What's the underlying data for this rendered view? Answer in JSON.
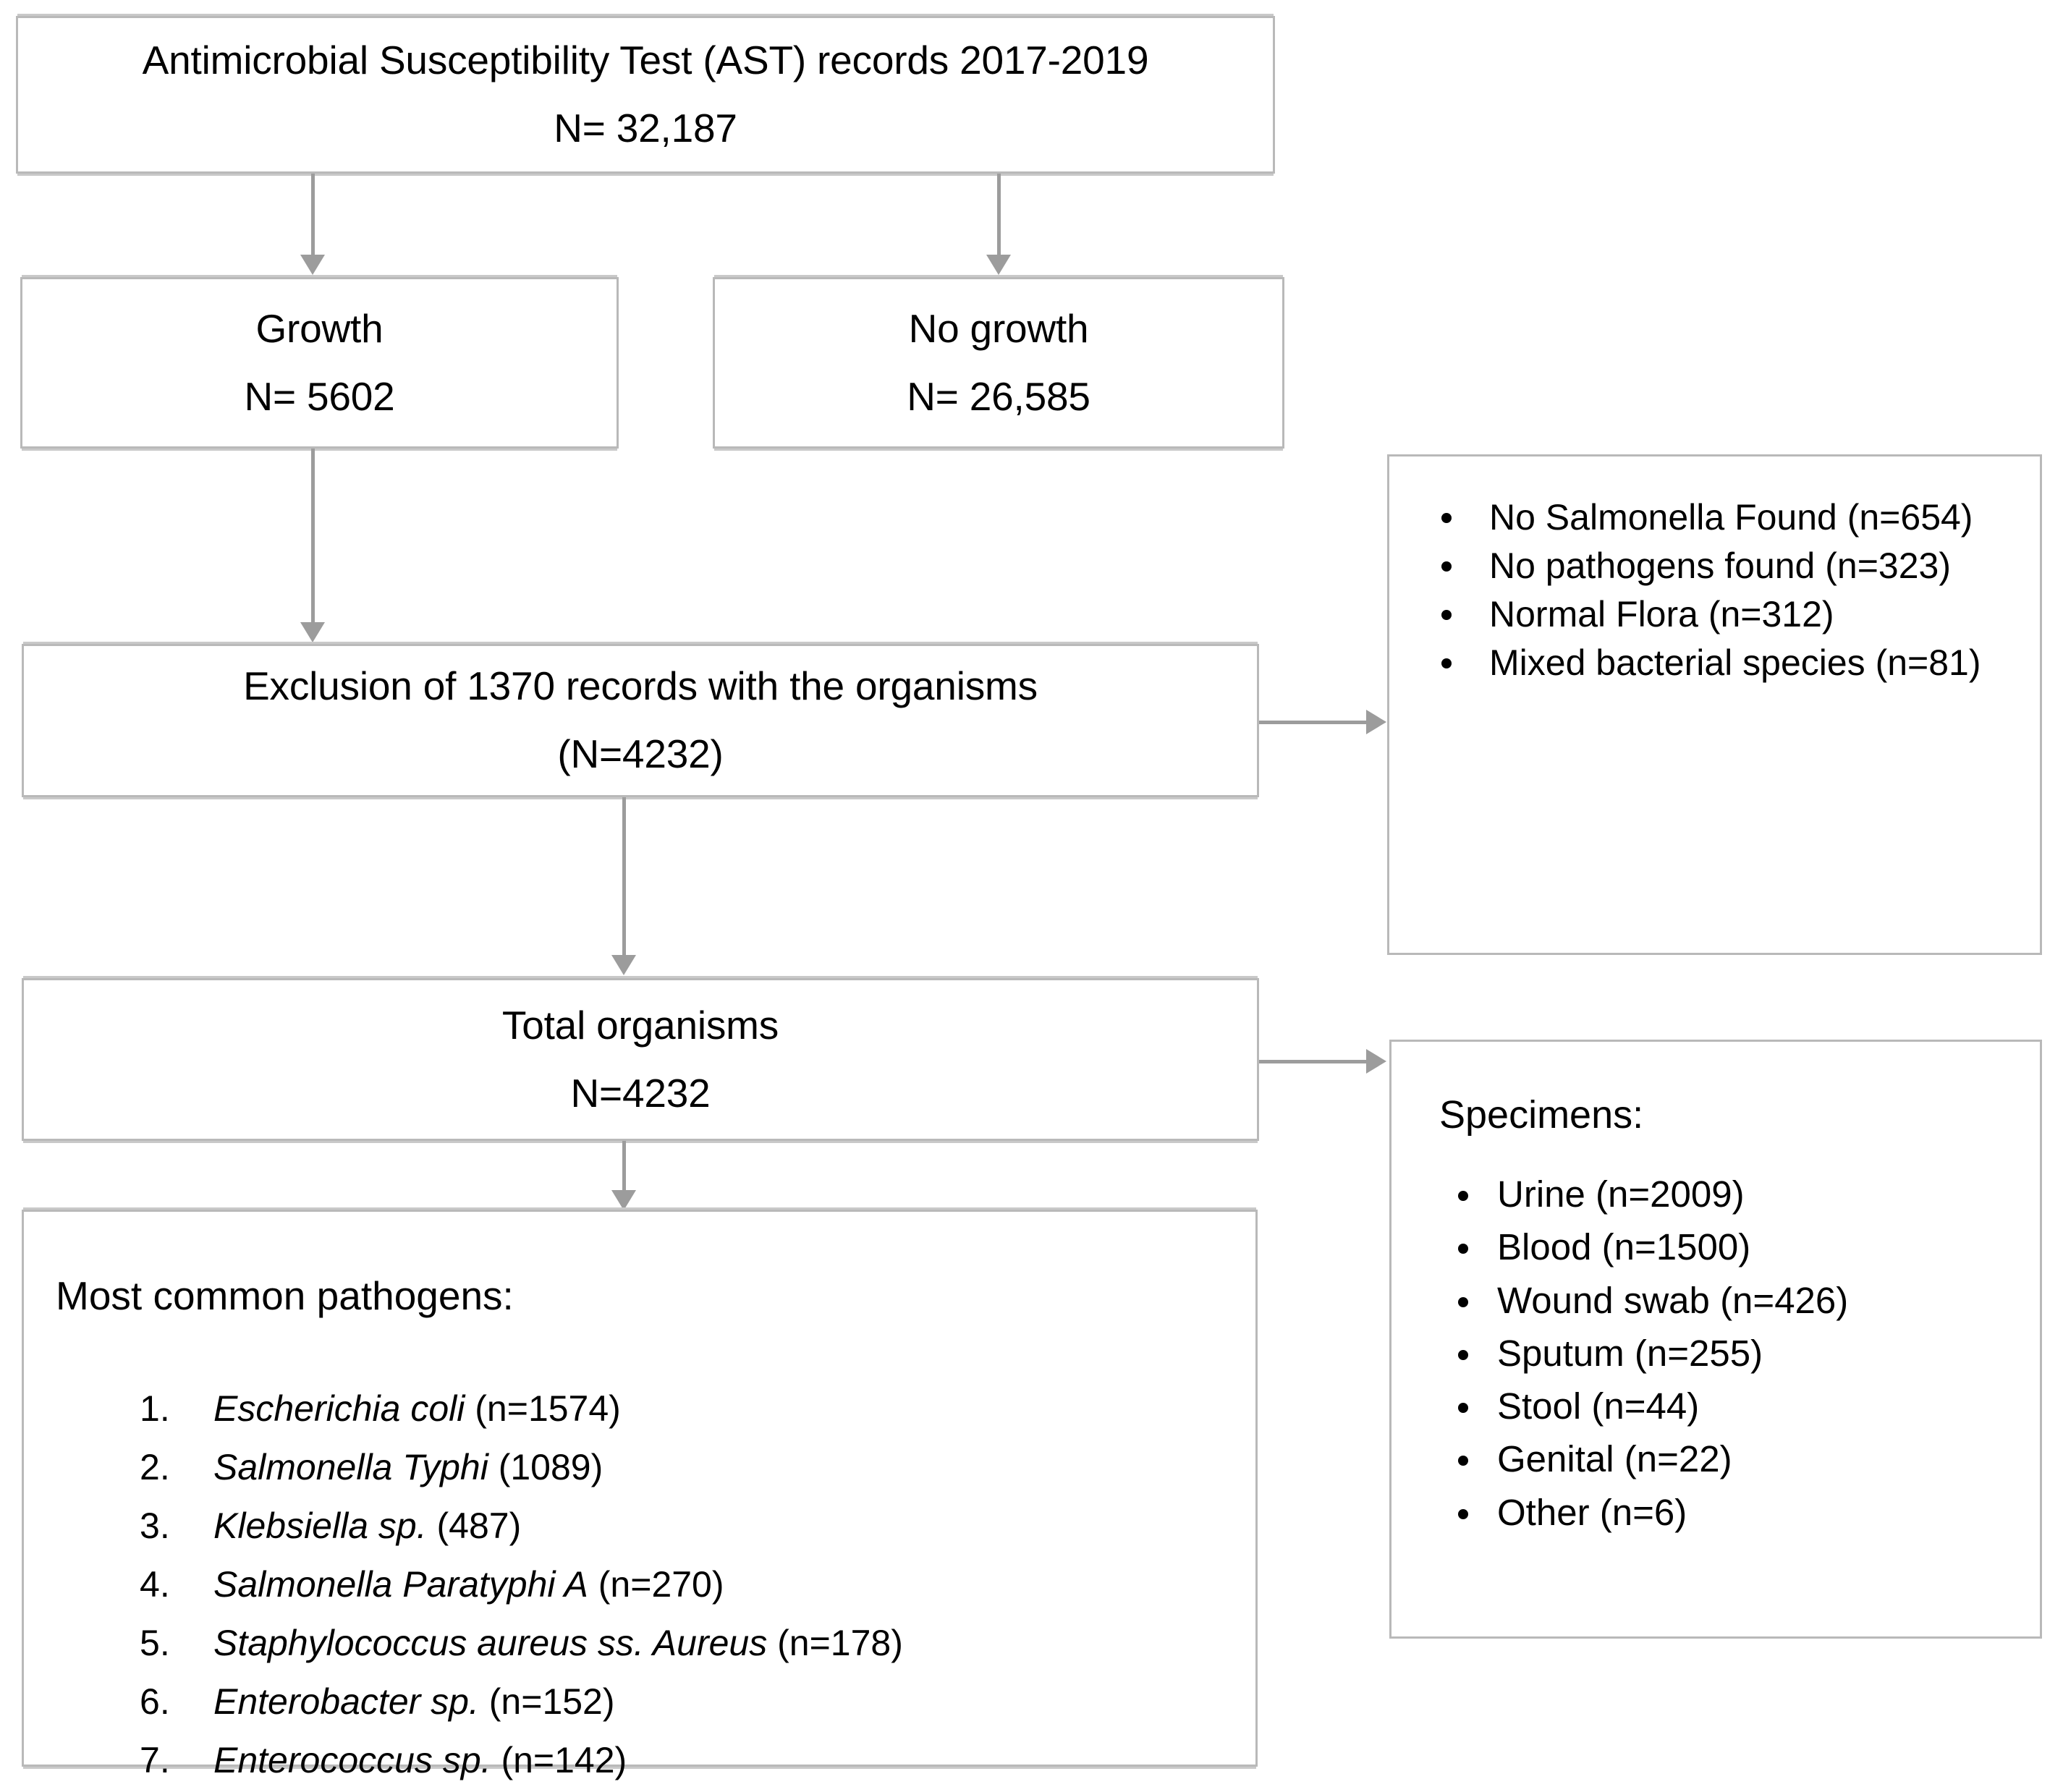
{
  "colors": {
    "box_border": "#b9b9b9",
    "connector": "#9c9c9c",
    "text": "#000000",
    "background": "#ffffff"
  },
  "flowchart": {
    "title_box": {
      "line1": "Antimicrobial Susceptibility Test (AST) records 2017-2019",
      "line2": "N= 32,187"
    },
    "growth_box": {
      "line1": "Growth",
      "line2": "N= 5602"
    },
    "no_growth_box": {
      "line1": "No growth",
      "line2": "N= 26,585"
    },
    "exclusion_box": {
      "line1": "Exclusion of 1370 records with the organisms",
      "line2": "(N=4232)"
    },
    "total_box": {
      "line1": "Total organisms",
      "line2": "N=4232"
    },
    "exclusion_reasons": {
      "items": [
        "No Salmonella Found (n=654)",
        "No pathogens found (n=323)",
        "Normal Flora (n=312)",
        "Mixed bacterial species (n=81)"
      ]
    },
    "specimens": {
      "title": "Specimens:",
      "items": [
        "Urine (n=2009)",
        "Blood (n=1500)",
        "Wound swab (n=426)",
        "Sputum (n=255)",
        "Stool (n=44)",
        "Genital (n=22)",
        "Other (n=6)"
      ]
    },
    "pathogens": {
      "title": "Most common pathogens:",
      "items": [
        {
          "name": "Escherichia coli",
          "count": "(n=1574)"
        },
        {
          "name": "Salmonella Typhi",
          "count": "(1089)"
        },
        {
          "name": "Klebsiella sp.",
          "count": "(487)"
        },
        {
          "name": "Salmonella Paratyphi A",
          "count": "(n=270)"
        },
        {
          "name": "Staphylococcus aureus ss. Aureus",
          "count": "(n=178)"
        },
        {
          "name": "Enterobacter sp.",
          "count": "(n=152)"
        },
        {
          "name": "Enterococcus sp.",
          "count": "(n=142)"
        }
      ]
    }
  }
}
